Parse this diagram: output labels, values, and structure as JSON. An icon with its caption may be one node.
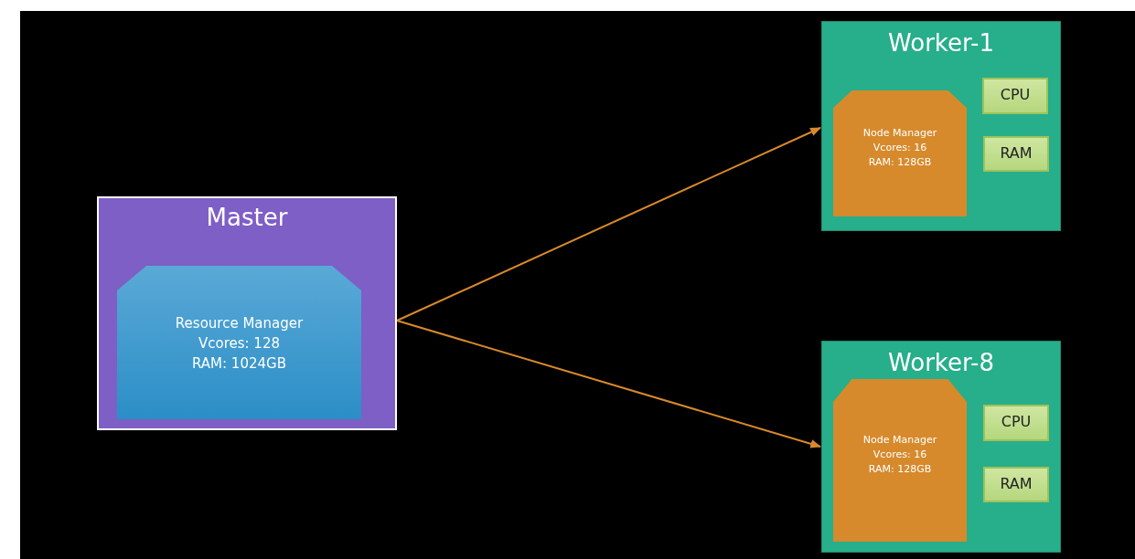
{
  "diagram": {
    "nodes": [
      {
        "text": [
          "Master"
        ]
      },
      {
        "text": [
          "Resource Manager",
          "Vcores: 128",
          "RAM: 1024GB"
        ],
        "in": 0
      },
      {
        "text": [
          "Worker-1"
        ]
      },
      {
        "text": [
          "Node Manager",
          "Vcores: 16",
          "RAM: 128GB"
        ],
        "in": 2
      },
      {
        "text": [
          "CPU"
        ],
        "in": 2
      },
      {
        "text": [
          "RAM"
        ],
        "in": 2
      },
      {
        "text": [
          "Worker-8"
        ]
      },
      {
        "text": [
          "Node Manager",
          "Vcores: 16",
          "RAM: 128GB"
        ],
        "in": 6
      },
      {
        "text": [
          "CPU"
        ],
        "in": 6
      },
      {
        "text": [
          "RAM"
        ],
        "in": 6
      }
    ],
    "edges": [
      {
        "from": 0,
        "to": 2,
        "arrow": "to"
      },
      {
        "from": 0,
        "to": 6,
        "arrow": "to"
      }
    ]
  }
}
